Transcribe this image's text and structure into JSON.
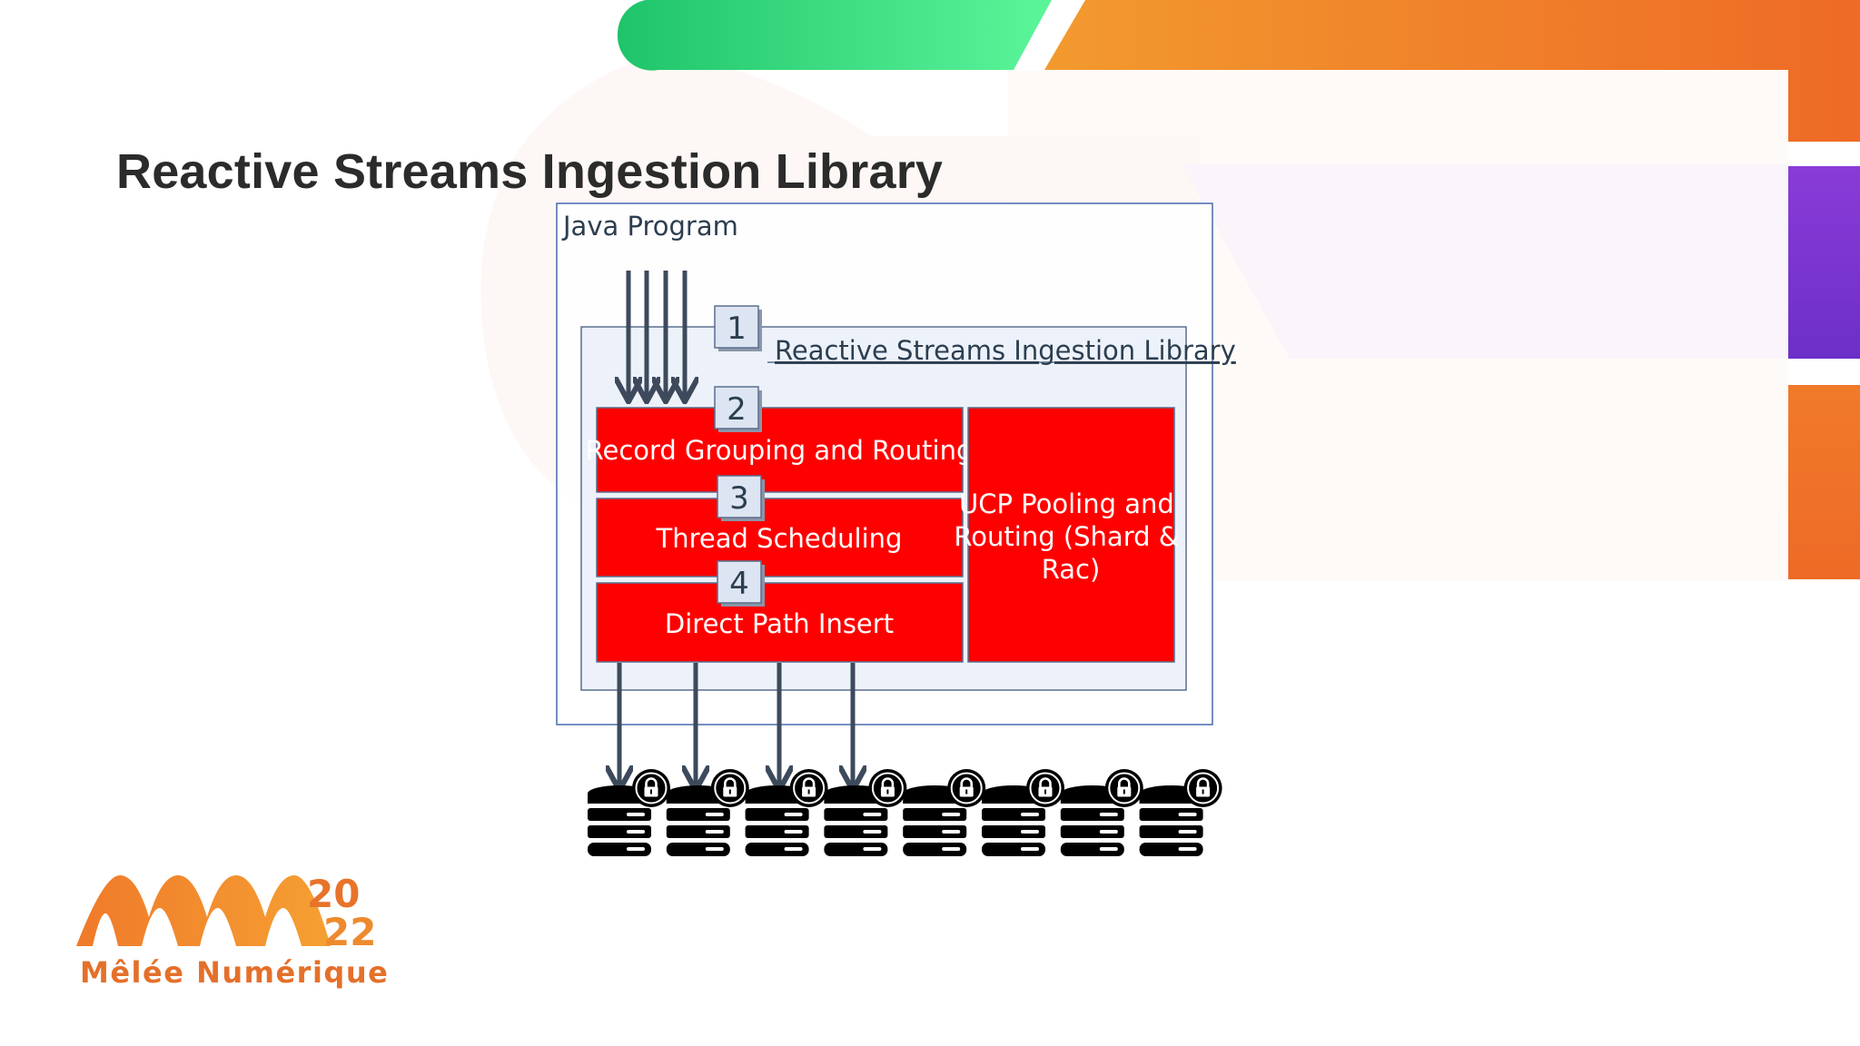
{
  "slide": {
    "title": "Reactive Streams Ingestion Library"
  },
  "diagram": {
    "outer_label": "Java Program",
    "library_label": "Reactive Streams Ingestion Library",
    "steps": [
      "1",
      "2",
      "3",
      "4"
    ],
    "blocks": {
      "record_grouping": "Record Grouping and Routing",
      "thread_scheduling": "Thread Scheduling",
      "direct_path_insert": "Direct Path Insert",
      "ucp_line1": "UCP Pooling and",
      "ucp_line2": "Routing (Shard &",
      "ucp_line3": "Rac)"
    },
    "database_count": 8
  },
  "logo": {
    "year_top": "20",
    "year_bottom": "22",
    "name": "Mêlée Numérique"
  },
  "colors": {
    "block_red": "#ff0000",
    "arrow": "#3d4a5c",
    "frame": "#4a68b0",
    "accent_green": "#3ddc84",
    "accent_orange": "#f08a2a",
    "accent_purple": "#7b35d0"
  }
}
